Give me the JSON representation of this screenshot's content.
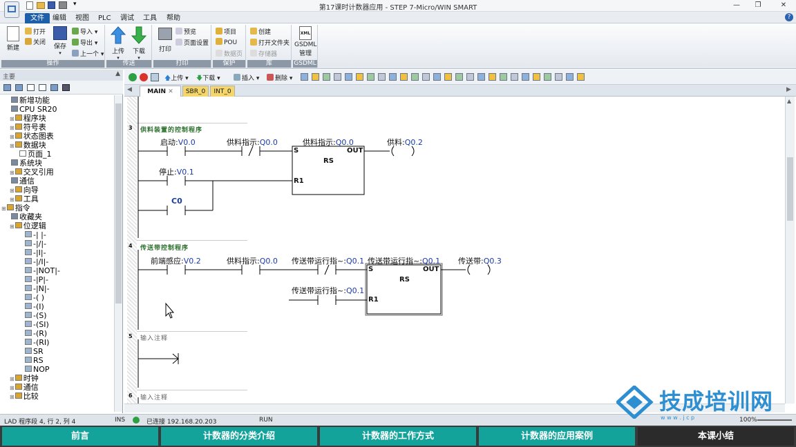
{
  "app": {
    "title": "第17课时计数器应用 - STEP 7-Micro/WIN SMART"
  },
  "menu": {
    "tabs": [
      "文件",
      "编辑",
      "视图",
      "PLC",
      "调试",
      "工具",
      "帮助"
    ],
    "active": 0
  },
  "ribbon": {
    "groups": [
      {
        "label": "操作",
        "items": [
          "新建",
          "打开",
          "关闭",
          "保存",
          "导入",
          "导出",
          "上一个"
        ]
      },
      {
        "label": "传送",
        "items": [
          "上传",
          "下载"
        ]
      },
      {
        "label": "打印",
        "items": [
          "打印",
          "预览",
          "页面设置"
        ]
      },
      {
        "label": "保护",
        "items": [
          "项目",
          "POU",
          "数据页"
        ]
      },
      {
        "label": "库",
        "items": [
          "创建",
          "打开文件夹",
          "存储器"
        ]
      },
      {
        "label": "GSDML",
        "items": [
          "GSDML",
          "管理"
        ]
      }
    ]
  },
  "left_pane": {
    "header": "主要",
    "tree": [
      {
        "text": "新增功能",
        "level": 2
      },
      {
        "text": "CPU SR20",
        "level": 2
      },
      {
        "text": "程序块",
        "level": 1
      },
      {
        "text": "符号表",
        "level": 1
      },
      {
        "text": "状态图表",
        "level": 1
      },
      {
        "text": "数据块",
        "level": 1
      },
      {
        "text": "页面_1",
        "level": 3
      },
      {
        "text": "系统块",
        "level": 2
      },
      {
        "text": "交叉引用",
        "level": 1
      },
      {
        "text": "通信",
        "level": 2
      },
      {
        "text": "向导",
        "level": 1
      },
      {
        "text": "工具",
        "level": 1
      },
      {
        "text": "指令",
        "level": 0
      },
      {
        "text": "收藏夹",
        "level": 2
      },
      {
        "text": "位逻辑",
        "level": 1
      },
      {
        "text": "-| |-",
        "level": 4
      },
      {
        "text": "-|/|-",
        "level": 4
      },
      {
        "text": "-|I|-",
        "level": 4
      },
      {
        "text": "-|/I|-",
        "level": 4
      },
      {
        "text": "-|NOT|-",
        "level": 4
      },
      {
        "text": "-|P|-",
        "level": 4
      },
      {
        "text": "-|N|-",
        "level": 4
      },
      {
        "text": "-( )",
        "level": 4
      },
      {
        "text": "-(I)",
        "level": 4
      },
      {
        "text": "-(S)",
        "level": 4
      },
      {
        "text": "-(SI)",
        "level": 4
      },
      {
        "text": "-(R)",
        "level": 4
      },
      {
        "text": "-(RI)",
        "level": 4
      },
      {
        "text": "SR",
        "level": 4
      },
      {
        "text": "RS",
        "level": 4
      },
      {
        "text": "NOP",
        "level": 4
      },
      {
        "text": "时钟",
        "level": 1
      },
      {
        "text": "通信",
        "level": 1
      },
      {
        "text": "比较",
        "level": 1
      }
    ]
  },
  "toolbar2": {
    "items": [
      "上传",
      "下载",
      "插入",
      "删除"
    ]
  },
  "editor_tabs": [
    "MAIN",
    "SBR_0",
    "INT_0"
  ],
  "networks": [
    {
      "num": "3",
      "comment": "供料装置的控制程序",
      "c1": {
        "name": "启动",
        "addr": "V0.0"
      },
      "c2": {
        "name": "供料指示",
        "addr": "Q0.0"
      },
      "c3": {
        "name": "停止",
        "addr": "V0.1"
      },
      "c4": {
        "name": "C0",
        "addr": ""
      },
      "box": {
        "name": "供料指示",
        "addr": "Q0.0",
        "type": "RS",
        "s": "S",
        "r": "R1",
        "out": "OUT"
      },
      "coil": {
        "name": "供料",
        "addr": "Q0.2"
      }
    },
    {
      "num": "4",
      "comment": "传送带控制程序",
      "c1": {
        "name": "前端感应",
        "addr": "V0.2"
      },
      "c2": {
        "name": "供料指示",
        "addr": "Q0.0"
      },
      "c3": {
        "name": "传送带运行指~",
        "addr": "Q0.1"
      },
      "c4": {
        "name": "传送带运行指~",
        "addr": "Q0.1"
      },
      "box": {
        "name": "传送带运行指~",
        "addr": "Q0.1",
        "type": "RS",
        "s": "S",
        "r": "R1",
        "out": "OUT"
      },
      "coil": {
        "name": "传送带",
        "addr": "Q0.3"
      }
    },
    {
      "num": "5",
      "comment": "输入注释"
    },
    {
      "num": "6",
      "comment": "输入注释"
    }
  ],
  "status": {
    "position": "LAD 程序段 4, 行 2, 列 4",
    "mode": "INS",
    "connection": "已连接 192.168.20.203",
    "run": "RUN",
    "zoom": "100%"
  },
  "bottom_nav": [
    "前言",
    "计数器的分类介绍",
    "计数器的工作方式",
    "计数器的应用案例",
    "本课小结"
  ],
  "watermark": {
    "text": "技成培训网",
    "url": "w w w . j c p"
  },
  "colors": {
    "nav_teal": "#13a39a",
    "ribbon_blue": "#1e5faa",
    "address_blue": "#1a3aa8"
  }
}
